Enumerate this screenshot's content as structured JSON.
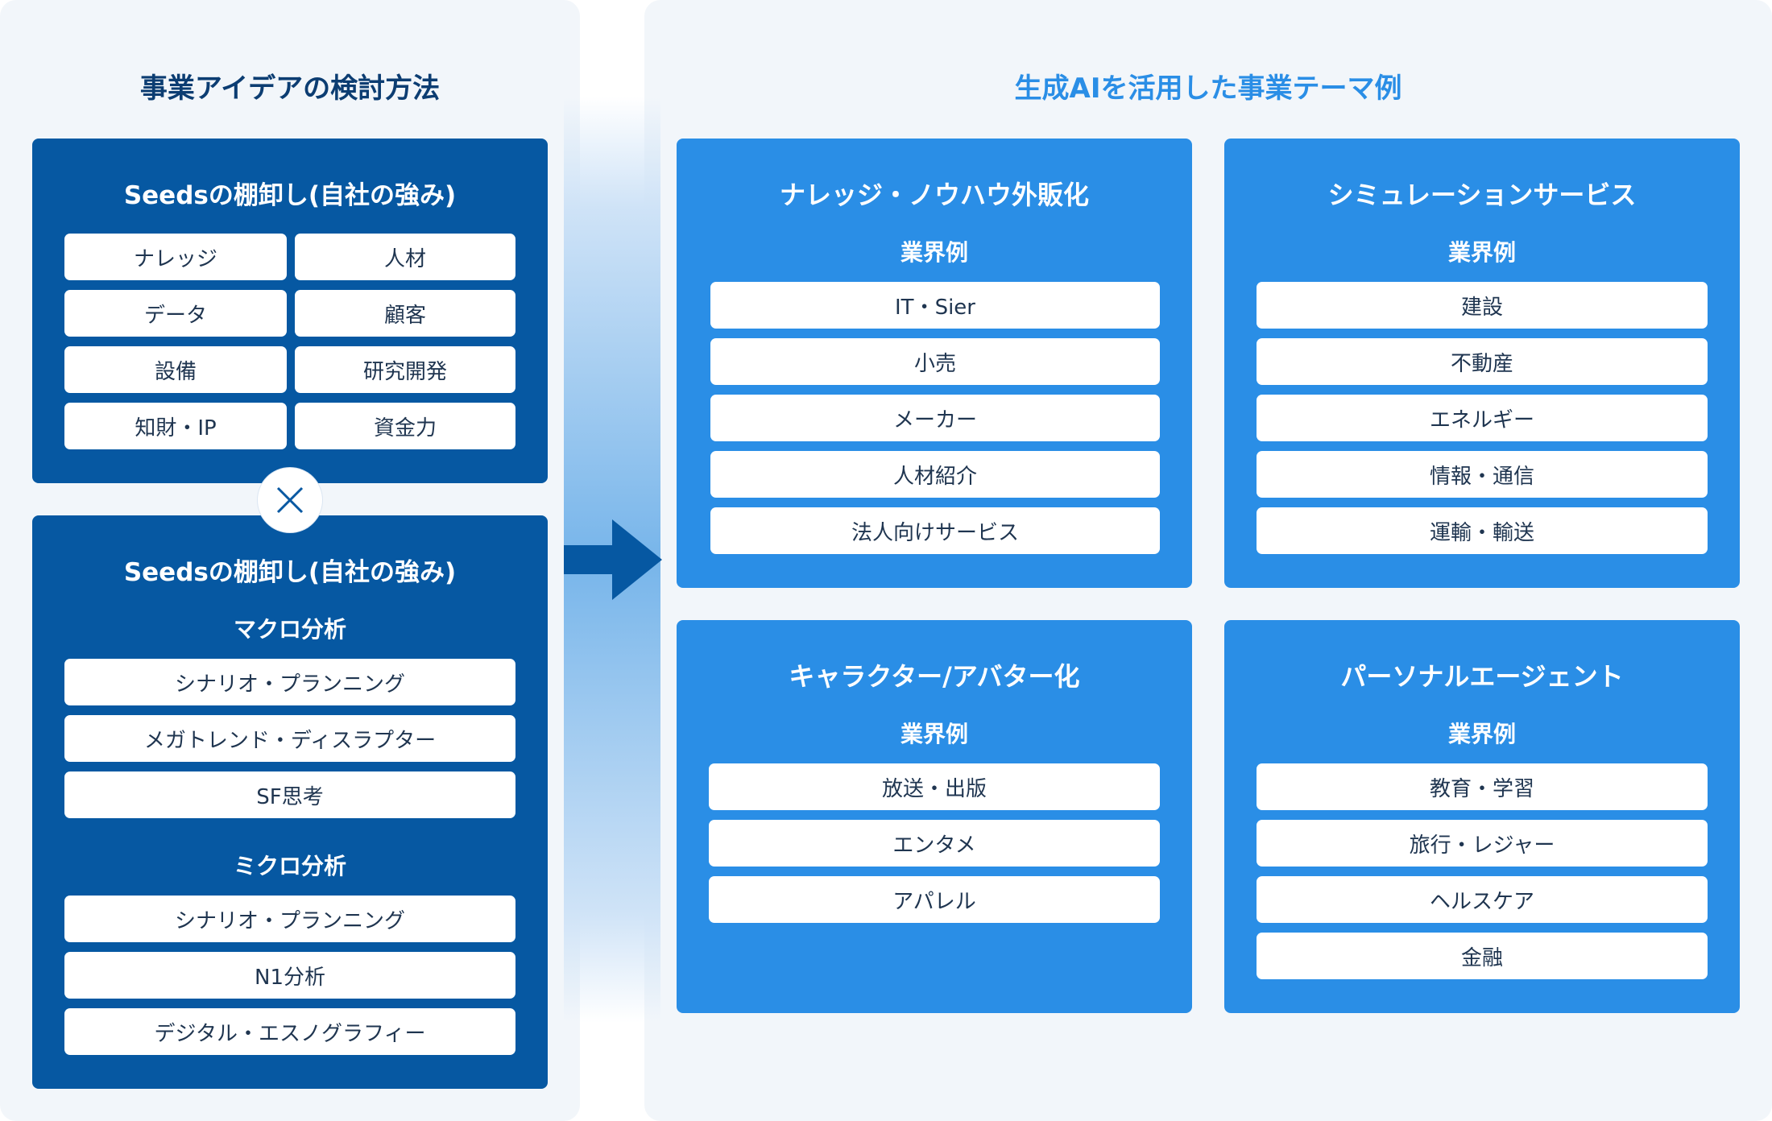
{
  "left": {
    "title": "事業アイデアの検討方法",
    "seeds": {
      "heading": "Seedsの棚卸し(自社の強み)",
      "items": [
        "ナレッジ",
        "人材",
        "データ",
        "顧客",
        "設備",
        "研究開発",
        "知財・IP",
        "資金力"
      ]
    },
    "needs": {
      "heading": "Seedsの棚卸し(自社の強み)",
      "macro": {
        "label": "マクロ分析",
        "items": [
          "シナリオ・プランニング",
          "メガトレンド・ディスラプター",
          "SF思考"
        ]
      },
      "micro": {
        "label": "ミクロ分析",
        "items": [
          "シナリオ・プランニング",
          "N1分析",
          "デジタル・エスノグラフィー"
        ]
      }
    }
  },
  "right": {
    "title": "生成AIを活用した事業テーマ例",
    "cards": [
      {
        "title": "ナレッジ・ノウハウ外販化",
        "sub": "業界例",
        "items": [
          "IT・Sier",
          "小売",
          "メーカー",
          "人材紹介",
          "法人向けサービス"
        ]
      },
      {
        "title": "シミュレーションサービス",
        "sub": "業界例",
        "items": [
          "建設",
          "不動産",
          "エネルギー",
          "情報・通信",
          "運輸・輸送"
        ]
      },
      {
        "title": "キャラクター/アバター化",
        "sub": "業界例",
        "items": [
          "放送・出版",
          "エンタメ",
          "アパレル"
        ]
      },
      {
        "title": "パーソナルエージェント",
        "sub": "業界例",
        "items": [
          "教育・学習",
          "旅行・レジャー",
          "ヘルスケア",
          "金融"
        ]
      }
    ]
  },
  "colors": {
    "dark_blue": "#0658a2",
    "light_blue": "#2a8ee6",
    "panel_bg": "#f2f6fa",
    "left_title": "#0c3d72"
  },
  "icons": {
    "multiply": "multiply-icon",
    "arrow": "right-arrow-icon"
  }
}
